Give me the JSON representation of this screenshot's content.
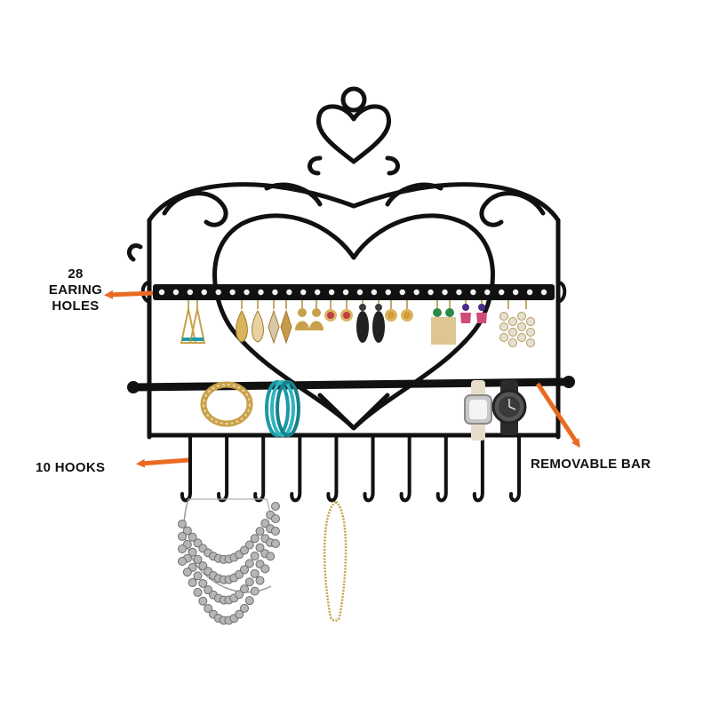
{
  "annotations": {
    "earring_holes": {
      "line1": "28",
      "line2": "EARING",
      "line3": "HOLES"
    },
    "hooks": "10 HOOKS",
    "removable_bar": "REMOVABLE BAR"
  },
  "colors": {
    "frame": "#111111",
    "arrow": "#ea6a22",
    "background": "#ffffff",
    "gold": "#c9a14a",
    "turquoise": "#1c9aa6",
    "silver": "#9a9a9a"
  },
  "product": {
    "earring_hole_count": 28,
    "hook_count": 10
  }
}
